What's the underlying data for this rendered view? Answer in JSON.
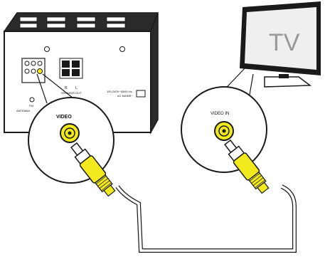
{
  "device": {
    "video_label": "VIDEO",
    "speaker_out_label": "SPEAKER OUT",
    "speaker_r": "R",
    "speaker_l": "L",
    "ac_line1": "100-240V~50/60 Hz",
    "ac_line2": "AC MAINS~",
    "fm_label": "FM",
    "antenna_label": "ANTENNA"
  },
  "tv": {
    "logo_text": "TV",
    "video_in_label": "VIDEO IN"
  },
  "colors": {
    "plug_yellow": "#f2ea1c",
    "outline": "#1a1a1a",
    "device_panel": "#ffffff"
  }
}
